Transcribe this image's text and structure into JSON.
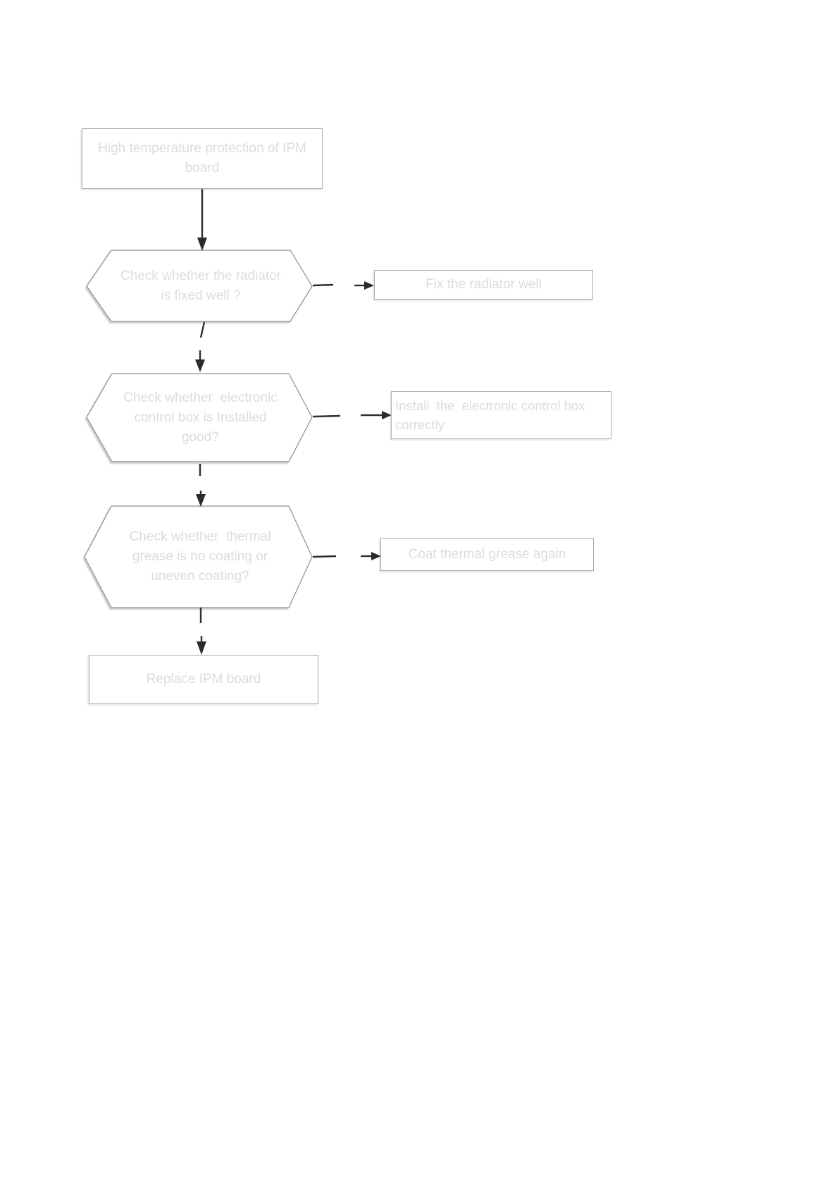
{
  "page": {
    "background": "#ffffff"
  },
  "colors": {
    "node_border": "#adadad",
    "hexagon_border": "#8f8f8f",
    "node_text": "#dcdcdc",
    "arrow": "#2f2f2f"
  },
  "flowchart": {
    "start_node": {
      "label": "High temperature protection of IPM\nboard"
    },
    "decision_1": {
      "label": "Check whether the radiator\nis fixed well ?"
    },
    "action_1": {
      "label": "Fix the radiator well"
    },
    "decision_2": {
      "label": "Check whether  electronic\ncontrol box is Installed\ngood?"
    },
    "action_2": {
      "label": "Install  the  electronic control box\ncorrectly"
    },
    "decision_3": {
      "label": "Check whether  thermal\ngrease is no coating or\nuneven coating?"
    },
    "action_3": {
      "label": "Coat thermal grease again"
    },
    "end_node": {
      "label": "Replace IPM board"
    }
  }
}
